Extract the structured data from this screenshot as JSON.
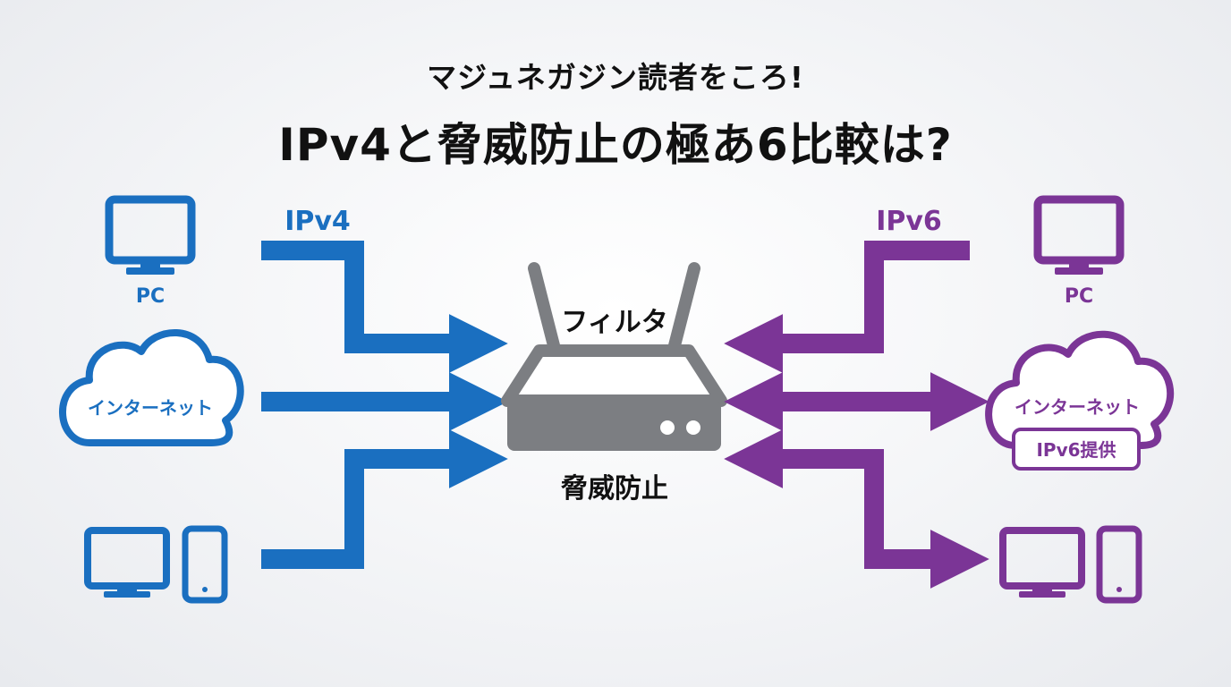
{
  "header": {
    "subtitle": "マジュネガジン読者をころ!",
    "title": "IPv4と脅威防止の極あ6比較は?"
  },
  "colors": {
    "ipv4": "#1a6fc0",
    "ipv6": "#7b3596",
    "router": "#7c7e82",
    "text": "#111111"
  },
  "left": {
    "protocol_label": "IPv4",
    "pc_label": "PC",
    "internet_label": "インターネット"
  },
  "center": {
    "top_label": "フィルタ",
    "bottom_label": "脅威防止"
  },
  "right": {
    "protocol_label": "IPv6",
    "pc_label": "PC",
    "internet_label": "インターネット",
    "internet_badge": "IPv6提供"
  }
}
